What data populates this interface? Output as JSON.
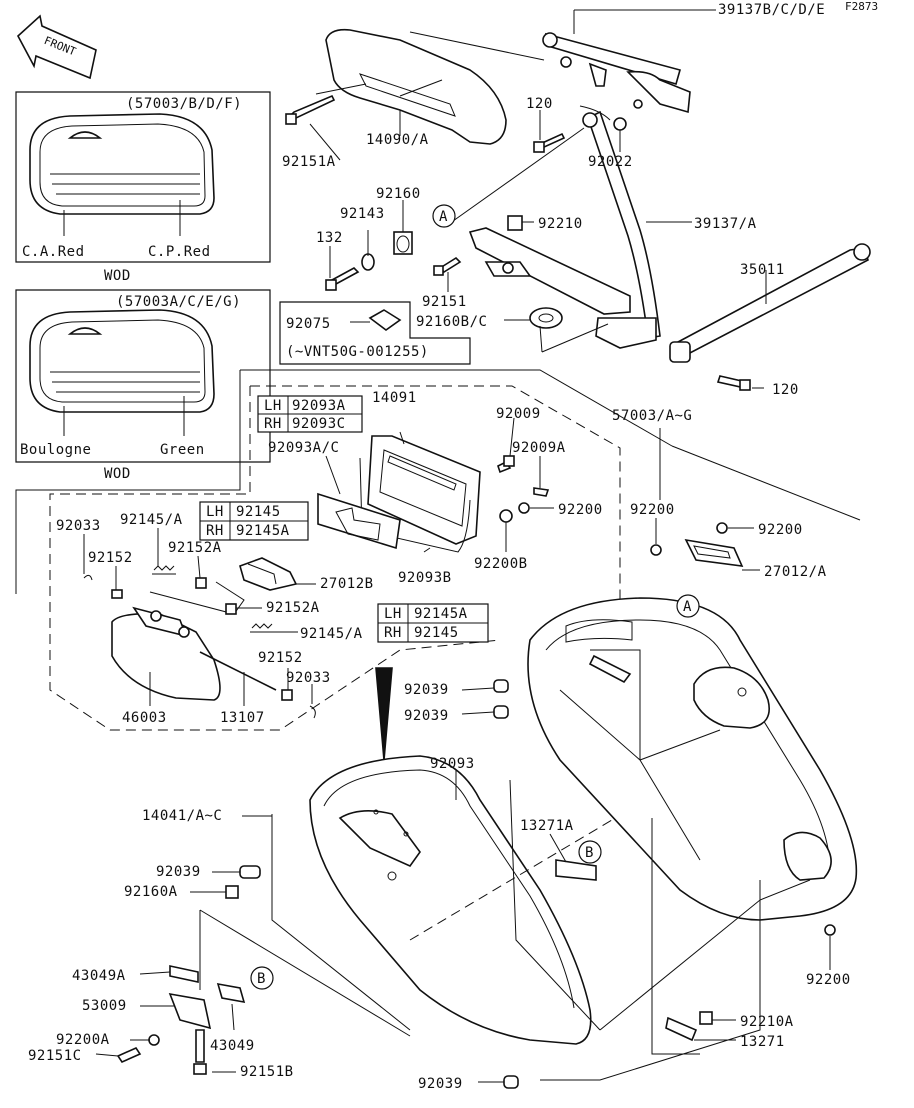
{
  "figure_code": "F2873",
  "front_label": "FRONT",
  "callout_a": "A",
  "callout_b": "B",
  "inset1": {
    "part": "(57003/B/D/F)",
    "left_color": "C.A.Red",
    "right_color": "C.P.Red",
    "caption": "WOD"
  },
  "inset2": {
    "part": "(57003A/C/E/G)",
    "left_color": "Boulogne",
    "right_color": "Green",
    "caption": "WOD"
  },
  "serial_note": {
    "part": "92075",
    "range": "(~VNT50G-001255)"
  },
  "tables": {
    "t92093": [
      [
        "LH",
        "92093A"
      ],
      [
        "RH",
        "92093C"
      ]
    ],
    "t92145_left": [
      [
        "LH",
        "92145"
      ],
      [
        "RH",
        "92145A"
      ]
    ],
    "t92145_right": [
      [
        "LH",
        "92145A"
      ],
      [
        "RH",
        "92145"
      ]
    ]
  },
  "labels": {
    "p39137bcde": "39137B/C/D/E",
    "p14090a": "14090/A",
    "p92151a": "92151A",
    "p120_top": "120",
    "p92022": "92022",
    "p92160": "92160",
    "p92143": "92143",
    "p92210": "92210",
    "p39137a": "39137/A",
    "p132": "132",
    "p35011": "35011",
    "p92151": "92151",
    "p92160bc": "92160B/C",
    "p120_mid": "120",
    "p14091": "14091",
    "p92009": "92009",
    "p57003ag": "57003/A~G",
    "p92009a": "92009A",
    "p92093ac": "92093A/C",
    "p92200_a": "92200",
    "p92200_b": "92200",
    "p92200_c": "92200",
    "p92200b": "92200B",
    "p92093b": "92093B",
    "p92033_l": "92033",
    "p92145a_l": "92145/A",
    "p92152_l": "92152",
    "p92152a_l": "92152A",
    "p27012b": "27012B",
    "p27012a": "27012/A",
    "p92152a_m": "92152A",
    "p92145a_m": "92145/A",
    "p92152_m": "92152",
    "p92033_m": "92033",
    "p46003": "46003",
    "p13107": "13107",
    "p92039_1": "92039",
    "p92039_2": "92039",
    "p92093": "92093",
    "p14041": "14041/A~C",
    "p13271a": "13271A",
    "p92039_3": "92039",
    "p92160a": "92160A",
    "p43049a": "43049A",
    "p53009": "53009",
    "p92200a": "92200A",
    "p92151c": "92151C",
    "p43049": "43049",
    "p92151b": "92151B",
    "p92200_d": "92200",
    "p92210a": "92210A",
    "p13271": "13271",
    "p92039_4": "92039"
  }
}
